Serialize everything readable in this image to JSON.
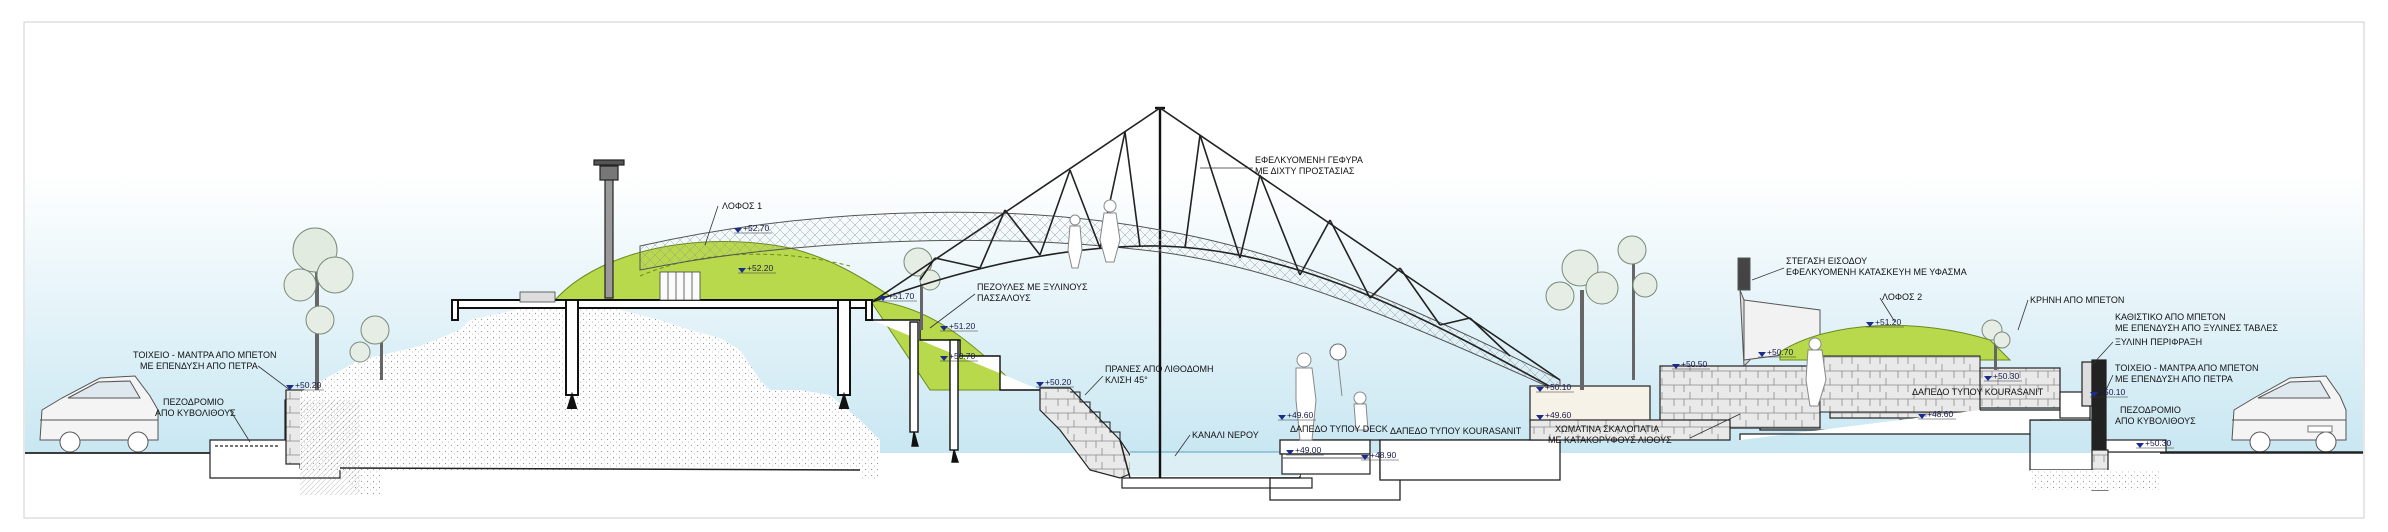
{
  "labels": {
    "bridge": [
      "ΕΦΕΛΚΥΟΜΕΝΗ ΓΕΦΥΡΑ",
      "ΜΕ ΔΙΧΤΥ ΠΡΟΣΤΑΣΙΑΣ"
    ],
    "hill1": "ΛΟΦΟΣ 1",
    "hill2": "ΛΟΦΟΣ 2",
    "poles": [
      "ΠΕΖΟΥΛΕΣ ΜΕ ΞΥΛΙΝΟΥΣ",
      "ΠΑΣΣΑΛΟΥΣ"
    ],
    "wall_left": [
      "ΤΟΙΧΕΙΟ - ΜΑΝΤΡΑ ΑΠΟ ΜΠΕΤΟΝ",
      "ΜΕ ΕΠΕΝΔΥΣΗ ΑΠΟ ΠΕΤΡΑ"
    ],
    "sidewalk_left": [
      "ΠΕΖΟΔΡΟΜΙΟ",
      "ΑΠΟ ΚΥΒΟΛΙΘΟΥΣ"
    ],
    "slope": [
      "ΠΡΑΝΕΣ ΑΠΟ ΛΙΘΟΔΟΜΗ",
      "ΚΛΙΣΗ 45°"
    ],
    "canal": "ΚΑΝΑΛΙ ΝΕΡΟΥ",
    "deck": "ΔΑΠΕΔΟ ΤΥΠΟΥ DECK",
    "kourasanit1": "ΔΑΠΕΔΟ ΤΥΠΟΥ KOURASANIT",
    "stairs": [
      "ΧΩΜΑΤΙΝΑ ΣΚΑΛΟΠΑΤΙΑ",
      "ΜΕ ΚΑΤΑΚΟΡΥΦΟΥΣ ΛΙΘΟΥΣ"
    ],
    "canopy": [
      "ΣΤΕΓΑΣΗ ΕΙΣΟΔΟΥ",
      "ΕΦΕΛΚΥΟΜΕΝΗ ΚΑΤΑΣΚΕΥΗ ΜΕ ΥΦΑΣΜΑ"
    ],
    "fountain": "ΚΡΗΝΗ ΑΠΟ ΜΠΕΤΟΝ",
    "bench": [
      "ΚΑΘΙΣΤΙΚΟ ΑΠΟ ΜΠΕΤΟΝ",
      "ΜΕ ΕΠΕΝΔΥΣΗ ΑΠΟ ΞΥΛΙΝΕΣ ΤΑΒΛΕΣ"
    ],
    "railing": "ΞΥΛΙΝΗ ΠΕΡΙΦΡΑΞΗ",
    "kourasanit2": "ΔΑΠΕΔΟ ΤΥΠΟΥ KOURASANIT",
    "wall_right": [
      "ΤΟΙΧΕΙΟ - ΜΑΝΤΡΑ ΑΠΟ ΜΠΕΤΟΝ",
      "ΜΕ ΕΠΕΝΔΥΣΗ ΑΠΟ ΠΕΤΡΑ"
    ],
    "sidewalk_right": [
      "ΠΕΖΟΔΡΟΜΙΟ",
      "ΑΠΟ ΚΥΒΟΛΙΘΟΥΣ"
    ]
  },
  "levels": [
    {
      "id": "hill1-top",
      "text": "+52.70"
    },
    {
      "id": "hill1-mid",
      "text": "+52.20"
    },
    {
      "id": "deck-left",
      "text": "+51.70"
    },
    {
      "id": "poles-top",
      "text": "+51.20"
    },
    {
      "id": "poles-low",
      "text": "+50.70"
    },
    {
      "id": "wall-left",
      "text": "+50.20"
    },
    {
      "id": "slope-top",
      "text": "+50.20"
    },
    {
      "id": "pool-top",
      "text": "+49.60"
    },
    {
      "id": "pool-deck",
      "text": "+49.00"
    },
    {
      "id": "pool-bottom",
      "text": "+48.90"
    },
    {
      "id": "kour1-a",
      "text": "+50.10"
    },
    {
      "id": "kour1-b",
      "text": "+49.60"
    },
    {
      "id": "stairs-top",
      "text": "+50.50"
    },
    {
      "id": "canopy-base",
      "text": "+50.70"
    },
    {
      "id": "hill2",
      "text": "+51.20"
    },
    {
      "id": "bench",
      "text": "+50.30"
    },
    {
      "id": "kour2",
      "text": "+48.60"
    },
    {
      "id": "wall-right",
      "text": "+50.10"
    },
    {
      "id": "sidewalk-right",
      "text": "+50.30"
    }
  ],
  "car_plates": [
    "",
    ""
  ],
  "colors": {
    "sky_top": "#ffffff",
    "sky_bottom": "#cde9f4",
    "grass": "#b5d94a",
    "ground_line": "#222222",
    "level_arrow": "#1b2c8c"
  }
}
